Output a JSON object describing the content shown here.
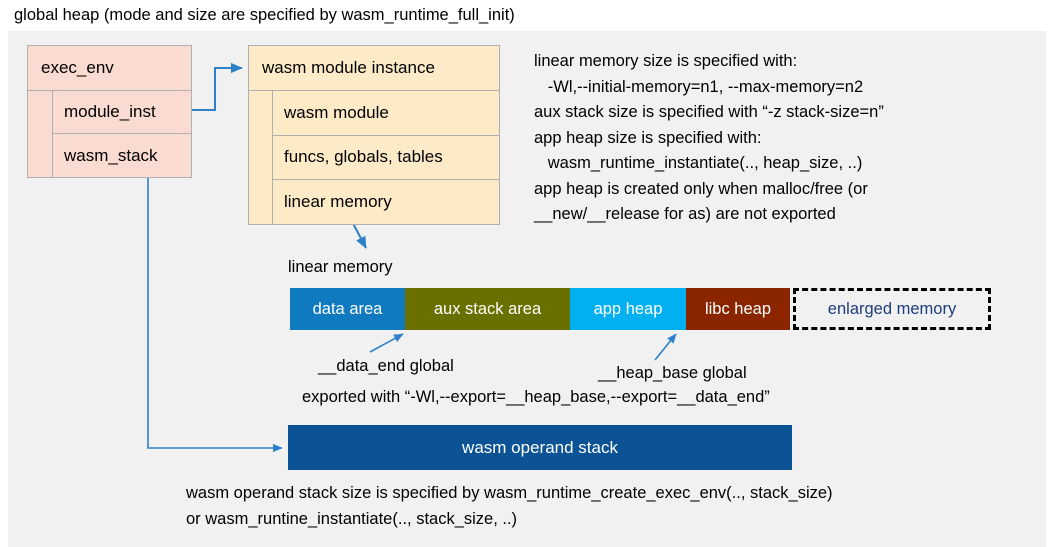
{
  "caption": {
    "title": "global heap (mode and size are specified by wasm_runtime_full_init)"
  },
  "exec_env": {
    "header": "exec_env",
    "rows": [
      "module_inst",
      "wasm_stack"
    ]
  },
  "module_instance": {
    "header": "wasm module instance",
    "rows": [
      "wasm module",
      "funcs, globals, tables",
      "linear memory"
    ]
  },
  "linear_memory_note": {
    "text": "linear memory size is specified with:\n   -Wl,--initial-memory=n1, --max-memory=n2\naux stack size is specified with “-z stack-size=n”\napp heap size is specified with:\n   wasm_runtime_instantiate(.., heap_size, ..)\napp heap is created only when malloc/free (or\n__new/__release for as) are not exported"
  },
  "linear_memory": {
    "label": "linear memory",
    "segments": [
      {
        "name": "data area",
        "color": "#0f7ac0"
      },
      {
        "name": "aux stack area",
        "color": "#6a7000"
      },
      {
        "name": "app heap",
        "color": "#00b0f0"
      },
      {
        "name": "libc heap",
        "color": "#8b2500"
      },
      {
        "name": "enlarged memory",
        "color": "#f1f1f1"
      }
    ]
  },
  "globals": {
    "data_end": "__data_end global",
    "heap_base": "__heap_base global",
    "exported_with": "exported with “-Wl,--export=__heap_base,--export=__data_end”"
  },
  "operand_stack": {
    "label": "wasm operand stack",
    "color": "#0b5394",
    "note": "wasm operand stack size is specified by wasm_runtime_create_exec_env(.., stack_size)\nor wasm_runtine_instantiate(.., stack_size, ..)"
  },
  "colors": {
    "panel_background": "#f1f1f1",
    "exec_env_fill": "#fadbd1",
    "module_instance_fill": "#fdebc8",
    "connector": "#2e81c8",
    "enlarged_text": "#1d3c7c"
  }
}
